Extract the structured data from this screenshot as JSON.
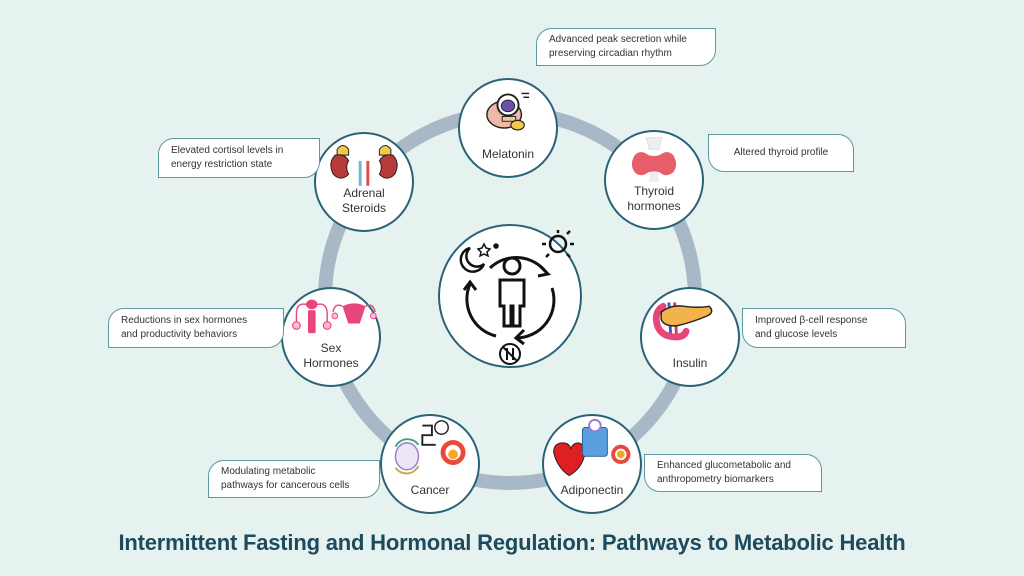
{
  "title": "Intermittent Fasting and Hormonal Regulation: Pathways to Metabolic Health",
  "colors": {
    "background": "#e6f2f0",
    "ring": "#a9b8c6",
    "node_border": "#2a6278",
    "callout_border": "#5a9a9c",
    "title": "#1e4a5e"
  },
  "center": {
    "icons": [
      "moon-stars-icon",
      "sun-icon",
      "person-icon",
      "cycle-arrows-icon",
      "no-eating-icon"
    ]
  },
  "nodes": [
    {
      "id": "melatonin",
      "label": "Melatonin",
      "icon": "brain-pineal-icon",
      "description": "Advanced peak secretion while\npreserving circadian rhythm"
    },
    {
      "id": "thyroid",
      "label": "Thyroid\nhormones",
      "icon": "thyroid-gland-icon",
      "description": "Altered thyroid profile"
    },
    {
      "id": "insulin",
      "label": "Insulin",
      "icon": "pancreas-icon",
      "description": "Improved β-cell response\nand glucose levels"
    },
    {
      "id": "adiponectin",
      "label": "Adiponectin",
      "icon": "heart-scale-fat-icon",
      "description": "Enhanced glucometabolic and\nanthropometry biomarkers"
    },
    {
      "id": "cancer",
      "label": "Cancer",
      "icon": "cancer-cell-icon",
      "description": "Modulating metabolic\npathways for cancerous cells"
    },
    {
      "id": "sex",
      "label": "Sex\nHormones",
      "icon": "reproductive-organs-icon",
      "description": "Reductions in sex hormones\nand productivity  behaviors"
    },
    {
      "id": "adrenal",
      "label": "Adrenal\nSteroids",
      "icon": "kidneys-adrenal-icon",
      "description": "Elevated cortisol levels in\nenergy restriction state"
    }
  ]
}
